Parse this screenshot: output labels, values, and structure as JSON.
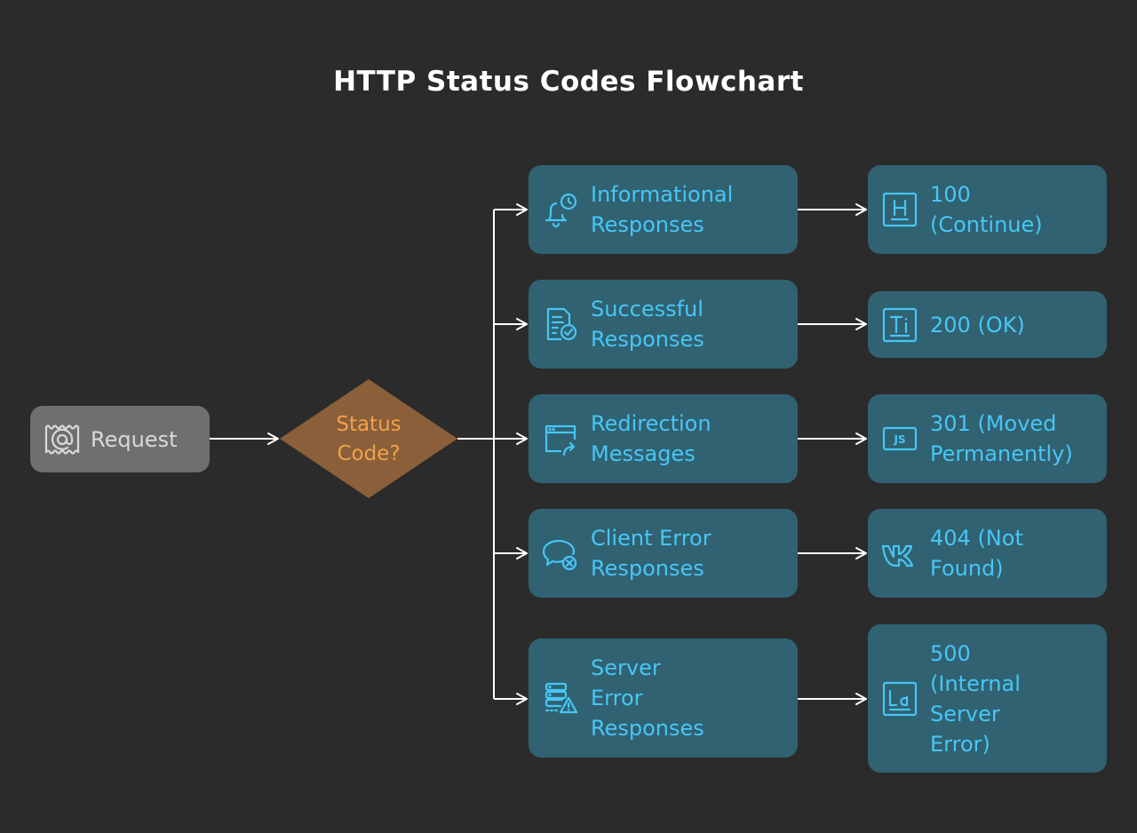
{
  "title": "HTTP Status Codes Flowchart",
  "colors": {
    "background": "#2b2b2b",
    "box": "#306272",
    "text": "#48c6f5",
    "decision": "#8a5f3a",
    "decision_text": "#f2a14a",
    "start": "#6f6f6f",
    "connector": "#ffffff"
  },
  "start": {
    "label": "Request",
    "icon": "mail-at-icon"
  },
  "decision": {
    "label": "Status\nCode?"
  },
  "categories": [
    {
      "label": "Informational\nResponses",
      "icon": "bell-clock-icon"
    },
    {
      "label": "Successful\nResponses",
      "icon": "document-check-icon"
    },
    {
      "label": "Redirection\nMessages",
      "icon": "browser-redirect-icon"
    },
    {
      "label": "Client Error\nResponses",
      "icon": "chat-error-icon"
    },
    {
      "label": "Server\nError\nResponses",
      "icon": "server-warning-icon"
    }
  ],
  "results": [
    {
      "label": "100\n(Continue)",
      "icon": "letter-h-icon"
    },
    {
      "label": "200 (OK)",
      "icon": "letter-ti-icon"
    },
    {
      "label": "301 (Moved\nPermanently)",
      "icon": "js-badge-icon"
    },
    {
      "label": "404 (Not\nFound)",
      "icon": "vk-logo-icon"
    },
    {
      "label": "500\n(Internal\nServer\nError)",
      "icon": "letter-la-icon"
    }
  ]
}
